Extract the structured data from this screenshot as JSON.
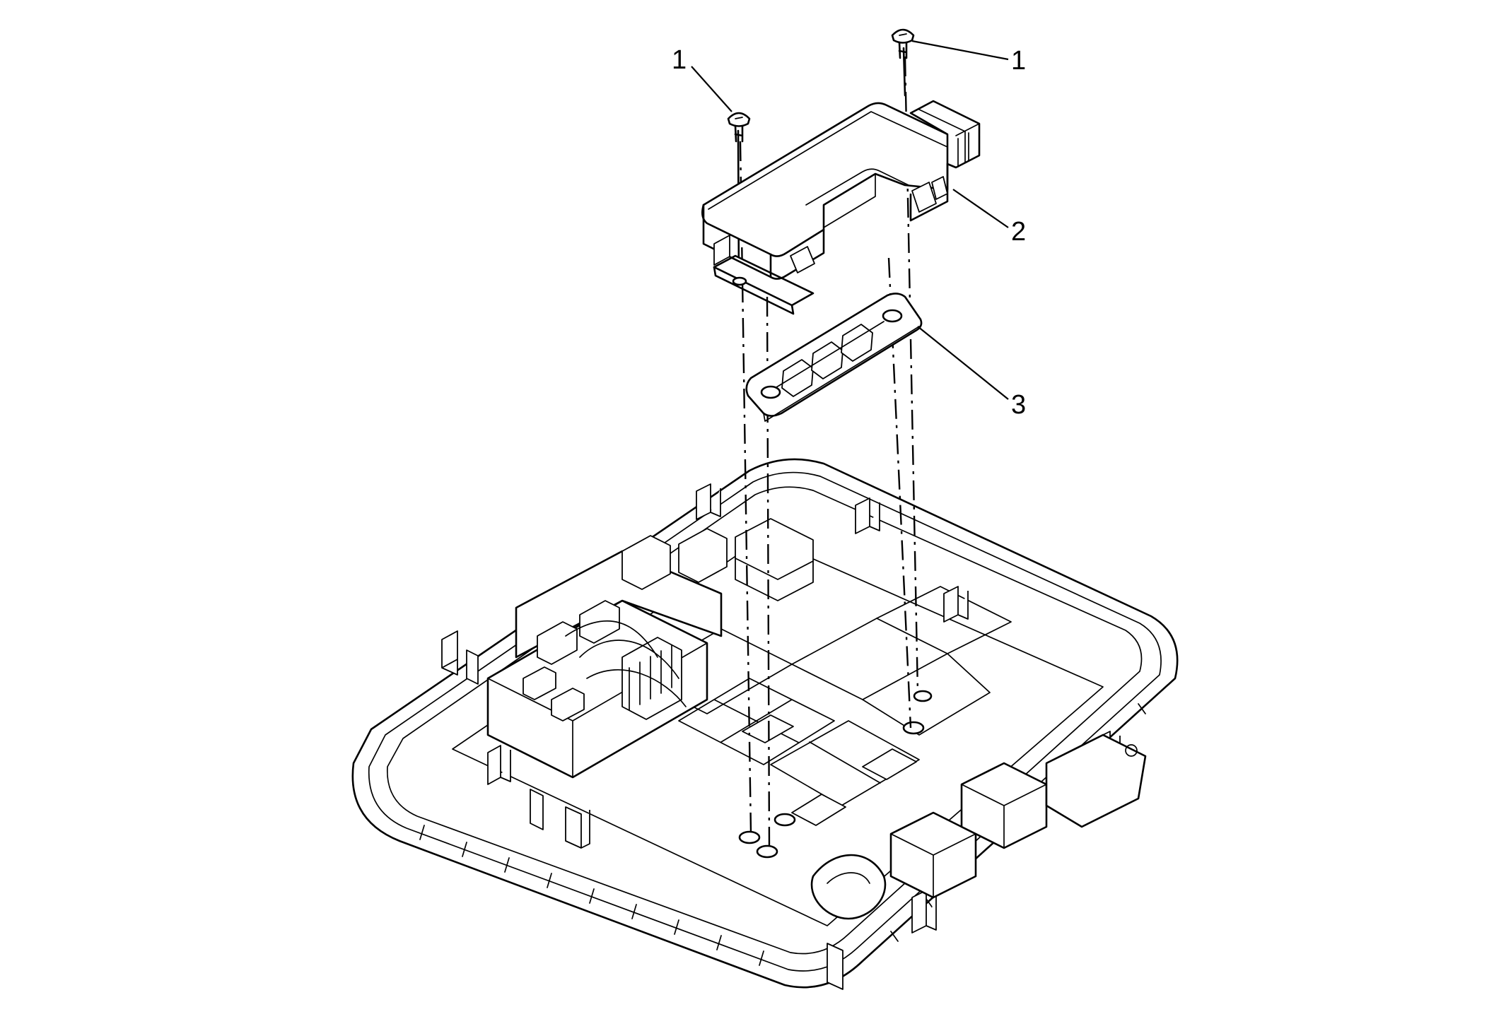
{
  "callouts": {
    "screw_left": "1",
    "screw_right": "1",
    "module": "2",
    "bracket": "3"
  }
}
